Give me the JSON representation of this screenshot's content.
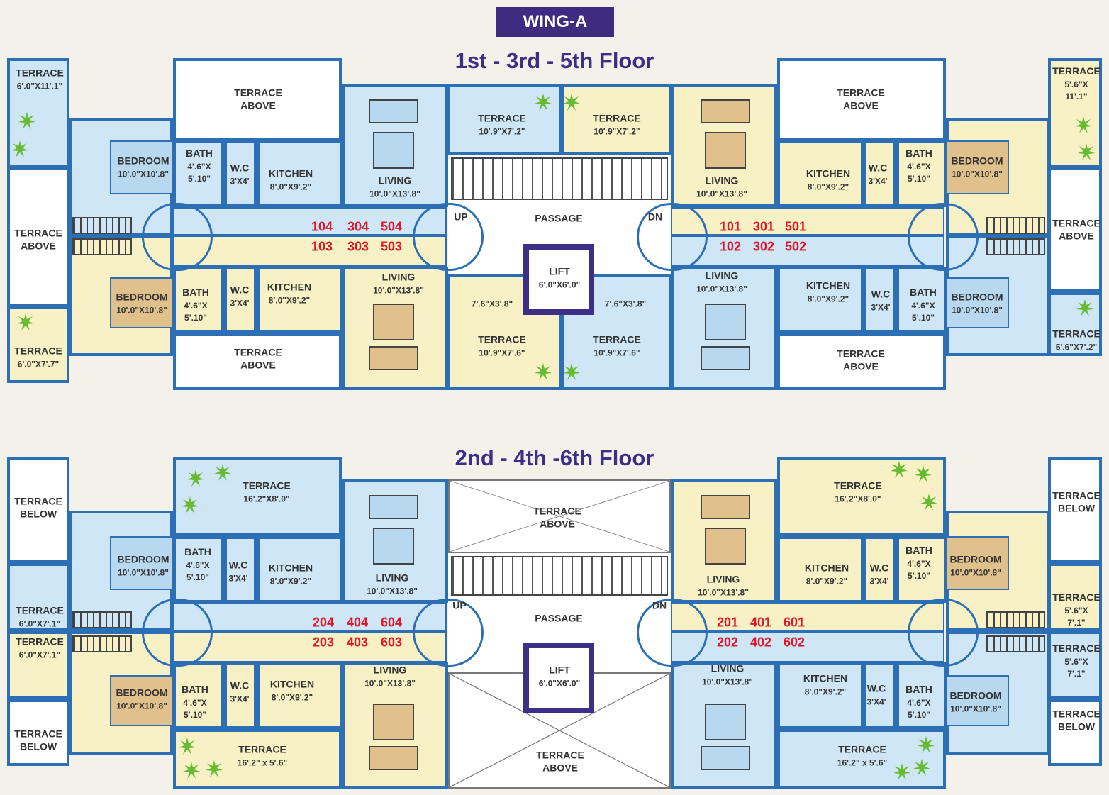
{
  "wing_label": "WING-A",
  "floors": [
    {
      "title": "1st - 3rd - 5th Floor",
      "units_top_left": [
        "104",
        "304",
        "504"
      ],
      "units_bottom_left": [
        "103",
        "303",
        "503"
      ],
      "units_top_right": [
        "101",
        "301",
        "501"
      ],
      "units_bottom_right": [
        "102",
        "302",
        "502"
      ],
      "labels": {
        "terrace_left_top": "TERRACE",
        "terrace_left_top_dim": "6'.0\"X11'.1\"",
        "terrace_above_left_mid": "TERRACE",
        "terrace_above_left_mid2": "ABOVE",
        "terrace_left_bottom": "TERRACE",
        "terrace_left_bottom_dim": "6'.0\"X7'.7\"",
        "terrace_above_tl": "TERRACE",
        "terrace_above_tl2": "ABOVE",
        "terrace_above_bl": "TERRACE",
        "terrace_above_bl2": "ABOVE",
        "terrace_above_tr": "TERRACE",
        "terrace_above_tr2": "ABOVE",
        "terrace_above_br": "TERRACE",
        "terrace_above_br2": "ABOVE",
        "bedroom_tl": "BEDROOM",
        "bedroom_tl_dim": "10'.0\"X10'.8\"",
        "bedroom_bl": "BEDROOM",
        "bedroom_bl_dim": "10'.0\"X10'.8\"",
        "bedroom_tr": "BEDROOM",
        "bedroom_tr_dim": "10'.0\"X10'.8\"",
        "bedroom_br": "BEDROOM",
        "bedroom_br_dim": "10'.0\"X10'.8\"",
        "bath_tl": "BATH",
        "bath_tl_dim": "4'.6\"X",
        "bath_tl_dim2": "5'.10\"",
        "bath_bl": "BATH",
        "bath_bl_dim": "4'.6\"X",
        "bath_bl_dim2": "5'.10\"",
        "bath_tr": "BATH",
        "bath_tr_dim": "4'.6\"X",
        "bath_tr_dim2": "5'.10\"",
        "bath_br": "BATH",
        "bath_br_dim": "4'.6\"X",
        "bath_br_dim2": "5'.10\"",
        "wc_tl": "W.C",
        "wc_tl_dim": "3'X4'",
        "wc_bl": "W.C",
        "wc_bl_dim": "3'X4'",
        "wc_tr": "W.C",
        "wc_tr_dim": "3'X4'",
        "wc_br": "W.C",
        "wc_br_dim": "3'X4'",
        "kitchen_tl": "KITCHEN",
        "kitchen_tl_dim": "8'.0\"X9'.2\"",
        "kitchen_bl": "KITCHEN",
        "kitchen_bl_dim": "8'.0\"X9'.2\"",
        "kitchen_tr": "KITCHEN",
        "kitchen_tr_dim": "8'.0\"X9'.2\"",
        "kitchen_br": "KITCHEN",
        "kitchen_br_dim": "8'.0\"X9'.2\"",
        "living_tl": "LIVING",
        "living_tl_dim": "10'.0\"X13'.8\"",
        "living_bl": "LIVING",
        "living_bl_dim": "10'.0\"X13'.8\"",
        "living_tr": "LIVING",
        "living_tr_dim": "10'.0\"X13'.8\"",
        "living_br": "LIVING",
        "living_br_dim": "10'.0\"X13'.8\"",
        "terrace_ctl": "TERRACE",
        "terrace_ctl_dim": "10'.9\"X7'.2\"",
        "terrace_ctr": "TERRACE",
        "terrace_ctr_dim": "10'.9\"X7'.2\"",
        "terrace_cbl": "TERRACE",
        "terrace_cbl_dim": "10'.9\"X7'.6\"",
        "terrace_cbr": "TERRACE",
        "terrace_cbr_dim": "10'.9\"X7'.6\"",
        "dim_cbl_extra": "7'.6\"X3'.8\"",
        "dim_cbr_extra": "7'.6\"X3'.8\"",
        "up": "UP",
        "dn": "DN",
        "passage": "PASSAGE",
        "lift": "LIFT",
        "lift_dim": "6'.0\"X6'.0\"",
        "terrace_right_top": "TERRACE",
        "terrace_right_top_dim": "5'.6\"X",
        "terrace_right_top_dim2": "11'.1\"",
        "terrace_above_right_mid": "TERRACE",
        "terrace_above_right_mid2": "ABOVE",
        "terrace_right_bottom": "TERRACE",
        "terrace_right_bottom_dim": "5'.6\"X7'.2\""
      }
    },
    {
      "title": "2nd - 4th -6th Floor",
      "units_top_left": [
        "204",
        "404",
        "604"
      ],
      "units_bottom_left": [
        "203",
        "403",
        "603"
      ],
      "units_top_right": [
        "201",
        "401",
        "601"
      ],
      "units_bottom_right": [
        "202",
        "402",
        "602"
      ],
      "labels": {
        "terrace_below_lt": "TERRACE",
        "terrace_below_lt2": "BELOW",
        "terrace_lm1": "TERRACE",
        "terrace_lm1_dim": "6'.0\"X7'.1\"",
        "terrace_lm2": "TERRACE",
        "terrace_lm2_dim": "6'.0\"X7'.1\"",
        "terrace_below_lb": "TERRACE",
        "terrace_below_lb2": "BELOW",
        "terrace_tl": "TERRACE",
        "terrace_tl_dim": "16'.2\"X8'.0\"",
        "terrace_bl": "TERRACE",
        "terrace_bl_dim": "16'.2\" x 5'.6\"",
        "terrace_tr": "TERRACE",
        "terrace_tr_dim": "16'.2\"X8'.0\"",
        "terrace_br": "TERRACE",
        "terrace_br_dim": "16'.2\" x 5'.6\"",
        "bedroom_tl": "BEDROOM",
        "bedroom_tl_dim": "10'.0\"X10'.8\"",
        "bedroom_bl": "BEDROOM",
        "bedroom_bl_dim": "10'.0\"X10'.8\"",
        "bedroom_tr": "BEDROOM",
        "bedroom_tr_dim": "10'.0\"X10'.8\"",
        "bedroom_br": "BEDROOM",
        "bedroom_br_dim": "10'.0\"X10'.8\"",
        "bath_tl": "BATH",
        "bath_tl_dim": "4'.6\"X",
        "bath_tl_dim2": "5'.10\"",
        "bath_bl": "BATH",
        "bath_bl_dim": "4'.6\"X",
        "bath_bl_dim2": "5'.10\"",
        "bath_tr": "BATH",
        "bath_tr_dim": "4'.6\"X",
        "bath_tr_dim2": "5'.10\"",
        "bath_br": "BATH",
        "bath_br_dim": "4'.6\"X",
        "bath_br_dim2": "5'.10\"",
        "wc_tl": "W.C",
        "wc_tl_dim": "3'X4'",
        "wc_bl": "W.C",
        "wc_bl_dim": "3'X4'",
        "wc_tr": "W.C",
        "wc_tr_dim": "3'X4'",
        "wc_br": "W.C",
        "wc_br_dim": "3'X4'",
        "kitchen_tl": "KITCHEN",
        "kitchen_tl_dim": "8'.0\"X9'.2\"",
        "kitchen_bl": "KITCHEN",
        "kitchen_bl_dim": "8'.0\"X9'.2\"",
        "kitchen_tr": "KITCHEN",
        "kitchen_tr_dim": "8'.0\"X9'.2\"",
        "kitchen_br": "KITCHEN",
        "kitchen_br_dim": "8'.0\"X9'.2\"",
        "living_tl": "LIVING",
        "living_tl_dim": "10'.0\"X13'.8\"",
        "living_bl": "LIVING",
        "living_bl_dim": "10'.0\"X13'.8\"",
        "living_tr": "LIVING",
        "living_tr_dim": "10'.0\"X13'.8\"",
        "living_br": "LIVING",
        "living_br_dim": "10'.0\"X13'.8\"",
        "terrace_above_c": "TERRACE",
        "terrace_above_c2": "ABOVE",
        "terrace_above_cb": "TERRACE",
        "terrace_above_cb2": "ABOVE",
        "up": "UP",
        "dn": "DN",
        "passage": "PASSAGE",
        "lift": "LIFT",
        "lift_dim": "6'.0\"X6'.0\"",
        "terrace_below_rt": "TERRACE",
        "terrace_below_rt2": "BELOW",
        "terrace_rm1": "TERRACE",
        "terrace_rm1_dim": "5'.6\"X",
        "terrace_rm1_dim2": "7'.1\"",
        "terrace_rm2": "TERRACE",
        "terrace_rm2_dim": "5'.6\"X",
        "terrace_rm2_dim2": "7'.1\"",
        "terrace_below_rb": "TERRACE",
        "terrace_below_rb2": "BELOW"
      }
    }
  ],
  "colors": {
    "wall": "#2d6fb5",
    "blue_room": "#cfe6f6",
    "yellow_room": "#f7f1c5",
    "tan_room": "#e0c18c",
    "unit_number": "#e0162b",
    "title": "#3b2f86"
  }
}
